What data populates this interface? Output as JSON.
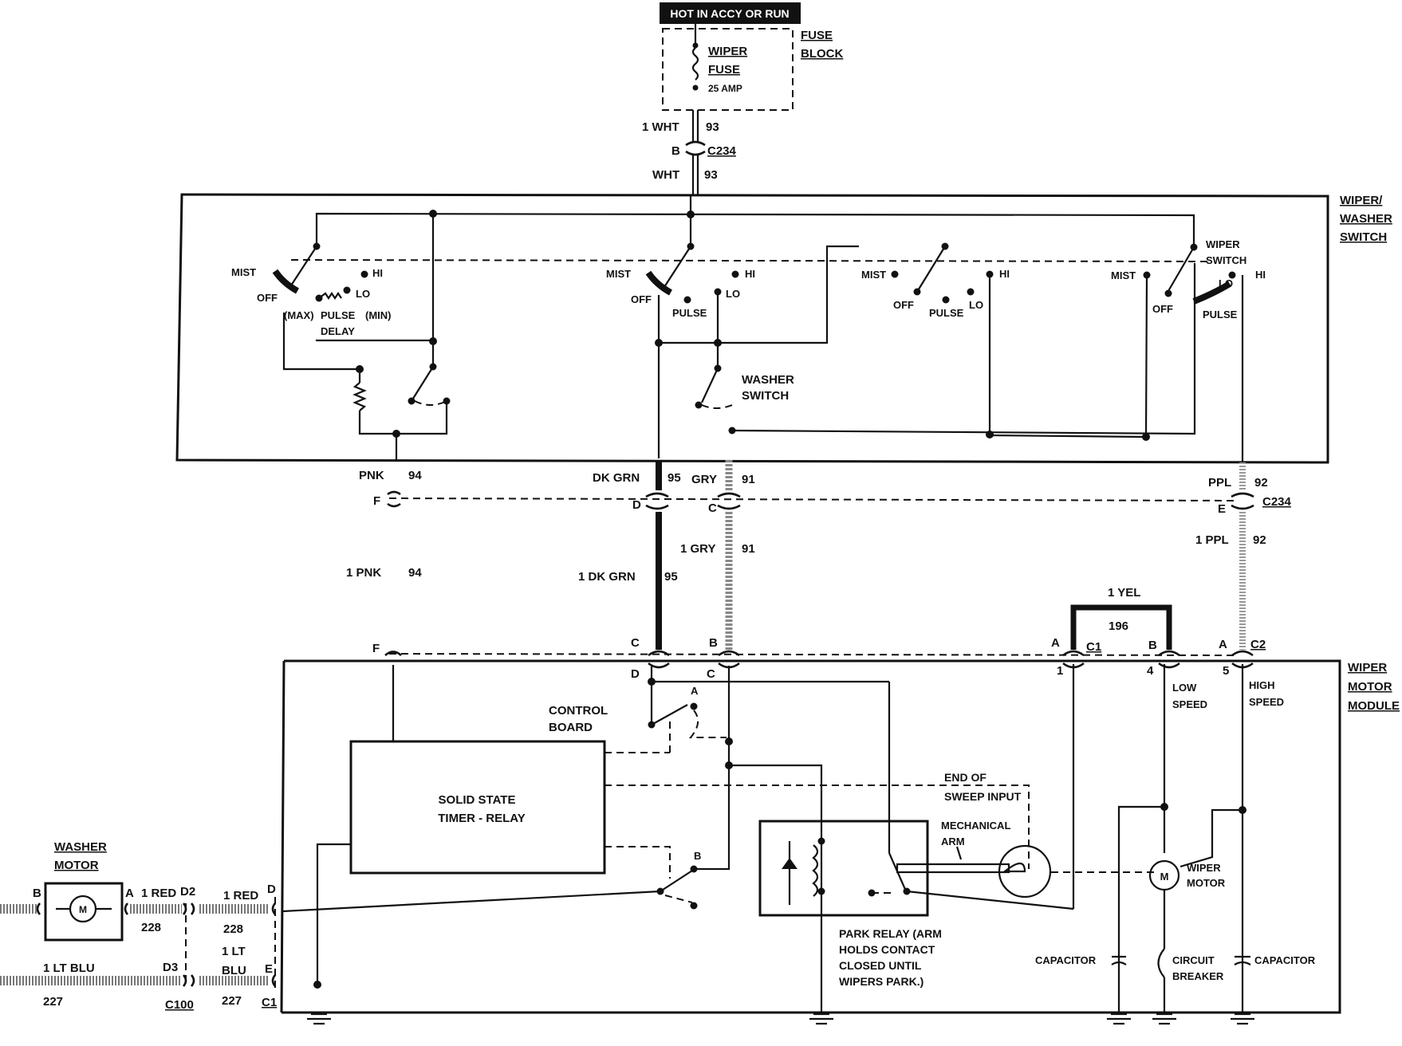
{
  "fuse_block": {
    "header": "HOT IN ACCY OR RUN",
    "fuse_label_1": "WIPER",
    "fuse_label_2": "FUSE",
    "fuse_rating": "25 AMP",
    "block_label_1": "FUSE",
    "block_label_2": "BLOCK"
  },
  "upper_wire": {
    "gauge_color_1": "1 WHT",
    "circuit_1": "93",
    "pin": "B",
    "connector": "C234",
    "gauge_color_2": "WHT",
    "circuit_2": "93"
  },
  "switch": {
    "title": [
      "WIPER/",
      "WASHER",
      "SWITCH"
    ],
    "deck1": {
      "mist": "MIST",
      "off": "OFF",
      "hi": "HI",
      "lo": "LO",
      "max": "(MAX)",
      "pulse": "PULSE",
      "min": "(MIN)",
      "delay": "DELAY"
    },
    "deck2": {
      "mist": "MIST",
      "off": "OFF",
      "hi": "HI",
      "lo": "LO",
      "pulse": "PULSE"
    },
    "deck3": {
      "mist": "MIST",
      "off": "OFF",
      "hi": "HI",
      "lo": "LO",
      "pulse": "PULSE"
    },
    "deck4": {
      "mist": "MIST",
      "off": "OFF",
      "hi": "HI",
      "lo": "LO",
      "pulse": "PULSE",
      "wiper_switch_1": "WIPER",
      "wiper_switch_2": "SWITCH"
    },
    "washer_switch_1": "WASHER",
    "washer_switch_2": "SWITCH"
  },
  "harness": {
    "pnk_top": "PNK",
    "pnk_top_circuit": "94",
    "dkgrn_top": "DK GRN",
    "dkgrn_top_circuit": "95",
    "gry_top": "GRY",
    "gry_top_circuit": "91",
    "ppl_top": "PPL",
    "ppl_top_circuit": "92",
    "pin_f": "F",
    "pin_d": "D",
    "pin_c": "C",
    "pin_e": "E",
    "c234": "C234",
    "pnk_bot": "1 PNK",
    "pnk_bot_circuit": "94",
    "dkgrn_bot": "1 DK GRN",
    "dkgrn_bot_circuit": "95",
    "gry_bot": "1 GRY",
    "gry_bot_circuit": "91",
    "ppl_bot": "1 PPL",
    "ppl_bot_circuit": "92",
    "yel": "1 YEL",
    "yel_circuit": "196"
  },
  "module_connectors": {
    "f": "F",
    "c": "C",
    "b": "B",
    "a": "A",
    "c1": "C1",
    "b2": "B",
    "a2": "A",
    "c2": "C2",
    "d_in": "D",
    "c_in": "C",
    "pin1": "1",
    "pin4": "4",
    "pin5": "5"
  },
  "module": {
    "title": [
      "WIPER",
      "MOTOR",
      "MODULE"
    ],
    "control_board_1": "CONTROL",
    "control_board_2": "BOARD",
    "relay_a": "A",
    "relay_b": "B",
    "timer_1": "SOLID STATE",
    "timer_2": "TIMER - RELAY",
    "end_sweep_1": "END OF",
    "end_sweep_2": "SWEEP INPUT",
    "mech_arm_1": "MECHANICAL",
    "mech_arm_2": "ARM",
    "park_relay": [
      "PARK RELAY (ARM",
      "HOLDS CONTACT",
      "CLOSED UNTIL",
      "WIPERS PARK.)"
    ],
    "low_speed_1": "LOW",
    "low_speed_2": "SPEED",
    "high_speed_1": "HIGH",
    "high_speed_2": "SPEED",
    "wiper_motor_1": "WIPER",
    "wiper_motor_2": "MOTOR",
    "capacitor_left": "CAPACITOR",
    "capacitor_right": "CAPACITOR",
    "breaker_1": "CIRCUIT",
    "breaker_2": "BREAKER",
    "motor_symbol": "M"
  },
  "washer": {
    "title_1": "WASHER",
    "title_2": "MOTOR",
    "pin_b": "B",
    "pin_a": "A",
    "motor_symbol": "M",
    "red_1": "1 RED",
    "red_1_circuit": "228",
    "d2": "D2",
    "red_2": "1 RED",
    "red_2_circuit": "228",
    "pin_d": "D",
    "ltblu_1": "1 LT BLU",
    "ltblu_1_circuit": "227",
    "d3": "D3",
    "ltblu_2a": "1 LT",
    "ltblu_2b": "BLU",
    "ltblu_2_circuit": "227",
    "pin_e": "E",
    "c100": "C100",
    "c1": "C1"
  }
}
